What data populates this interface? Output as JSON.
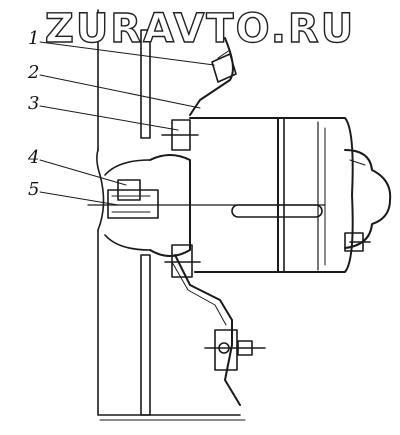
{
  "watermark": "ZURAVTO.RU",
  "callouts": [
    {
      "label": "1"
    },
    {
      "label": "2"
    },
    {
      "label": "3"
    },
    {
      "label": "4"
    },
    {
      "label": "5"
    }
  ],
  "colors": {
    "ink": "#1a1a1a",
    "paper": "#ffffff"
  }
}
